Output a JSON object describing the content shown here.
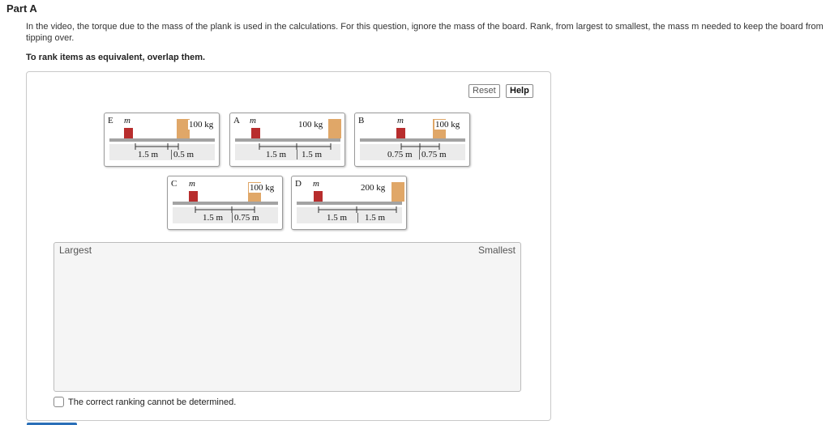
{
  "part": {
    "title": "Part A"
  },
  "question": {
    "text": "In the video, the torque due to the mass of the plank is used in the calculations. For this question, ignore the mass of the board. Rank, from largest to smallest, the mass m needed to keep the board from tipping over.",
    "instruction": "To rank items as equivalent, overlap them."
  },
  "toolbar": {
    "reset_label": "Reset",
    "help_label": "Help"
  },
  "cards": [
    {
      "label": "E",
      "mass_symbol": "m",
      "weight": "100 kg",
      "d1": "1.5 m",
      "d2": "0.5 m"
    },
    {
      "label": "A",
      "mass_symbol": "m",
      "weight": "100 kg",
      "d1": "1.5 m",
      "d2": "1.5 m"
    },
    {
      "label": "B",
      "mass_symbol": "m",
      "weight": "100 kg",
      "d1": "0.75 m",
      "d2": "0.75 m"
    },
    {
      "label": "C",
      "mass_symbol": "m",
      "weight": "100 kg",
      "d1": "1.5 m",
      "d2": "0.75 m"
    },
    {
      "label": "D",
      "mass_symbol": "m",
      "weight": "200 kg",
      "d1": "1.5 m",
      "d2": "1.5 m"
    }
  ],
  "ranking": {
    "largest_label": "Largest",
    "smallest_label": "Smallest"
  },
  "cannot_determine": {
    "label": "The correct ranking cannot be determined."
  },
  "colors": {
    "mass_block": "#b82d2d",
    "weight_block": "#e0a768",
    "plank": "#a3a3a3",
    "submit": "#2a6fb8"
  }
}
